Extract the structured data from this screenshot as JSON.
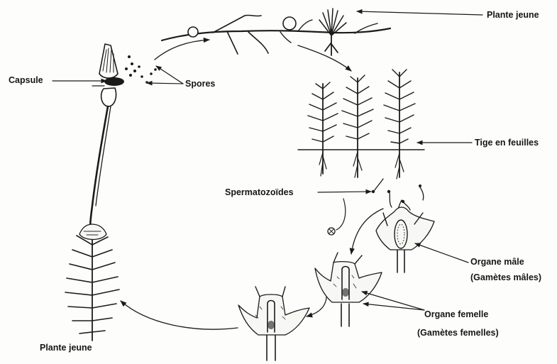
{
  "labels": {
    "young_plant_top": "Plante jeune",
    "capsule": "Capsule",
    "spores": "Spores",
    "leafy_stem": "Tige en feuilles",
    "spermatozoids": "Spermatozoïdes",
    "male_organ": "Organe mâle",
    "male_gametes": "(Gamètes mâles)",
    "female_organ": "Organe femelle",
    "female_gametes": "(Gamètes femelles)",
    "young_plant_bottom": "Plante jeune"
  },
  "colors": {
    "ink": "#1b1b1b",
    "paper": "#fdfdfb"
  }
}
